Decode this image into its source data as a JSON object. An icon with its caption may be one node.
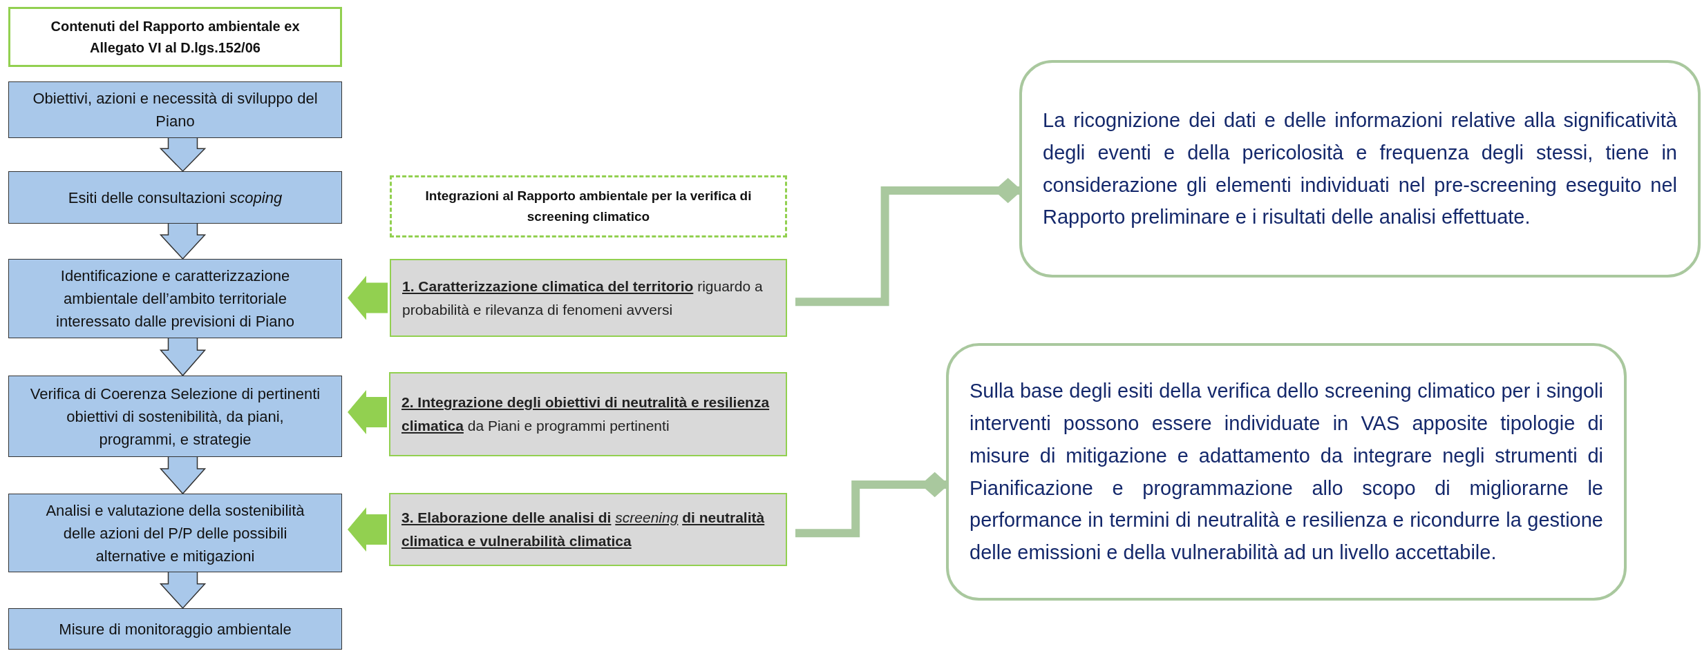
{
  "diagram": {
    "nodes": [
      {
        "text": [
          "Contenuti del Rapporto ambientale ex Allegato VI al D.lgs.152/06"
        ]
      },
      {
        "text": [
          "Obiettivi, azioni e necessità di sviluppo del Piano"
        ]
      },
      {
        "text": [
          "Esiti delle consultazioni *scoping*"
        ]
      },
      {
        "text": [
          "Identificazione e caratterizzazione ambientale dell’ambito territoriale interessato dalle previsioni di Piano"
        ]
      },
      {
        "text": [
          "Verifica di Coerenza Selezione di pertinenti obiettivi di sostenibilità, da piani, programmi, e strategie"
        ]
      },
      {
        "text": [
          "Analisi e valutazione della sostenibilità delle azioni del P/P delle possibili alternative e mitigazioni"
        ]
      },
      {
        "text": [
          "Misure di monitoraggio ambientale"
        ]
      },
      {
        "text": [
          "Integrazioni al Rapporto ambientale per la verifica di screening climatico"
        ]
      },
      {
        "text": [
          "**1. Caratterizzazione climatica del territorio** riguardo a probabilità e rilevanza di fenomeni avversi"
        ]
      },
      {
        "text": [
          "**2. Integrazione degli obiettivi di neutralità e resilienza climatica** da Piani e programmi pertinenti"
        ]
      },
      {
        "text": [
          "**3. Elaborazione delle analisi di** *screening* **di neutralità climatica e vulnerabilità climatica**"
        ]
      },
      {
        "text": [
          "La ricognizione dei dati e delle informazioni relative alla significatività degli eventi e della pericolosità e frequenza degli stessi, tiene in considerazione gli elementi individuati nel pre-screening eseguito nel Rapporto preliminare e i risultati delle analisi effettuate."
        ]
      },
      {
        "text": [
          "Sulla base degli esiti della verifica dello screening climatico per i singoli interventi possono essere individuate in VAS apposite tipologie di misure di mitigazione e adattamento da integrare negli strumenti di Pianificazione e programmazione allo scopo di migliorarne le performance in termini di neutralità e resilienza e ricondurre la gestione delle emissioni e della vulnerabilità ad un livello accettabile."
        ]
      }
    ],
    "edges": [
      {
        "from": 1,
        "to": 2,
        "arrow": "to"
      },
      {
        "from": 2,
        "to": 3,
        "arrow": "to"
      },
      {
        "from": 3,
        "to": 4,
        "arrow": "to"
      },
      {
        "from": 4,
        "to": 5,
        "arrow": "to"
      },
      {
        "from": 5,
        "to": 6,
        "arrow": "to"
      },
      {
        "from": 8,
        "to": 3,
        "arrow": "to",
        "color": "#92d050"
      },
      {
        "from": 9,
        "to": 4,
        "arrow": "to",
        "color": "#92d050"
      },
      {
        "from": 10,
        "to": 5,
        "arrow": "to",
        "color": "#92d050"
      },
      {
        "from": 8,
        "to": 11,
        "arrow": "other",
        "color": "#a9c89e"
      },
      {
        "from": 10,
        "to": 12,
        "arrow": "other",
        "color": "#a9c89e"
      }
    ]
  }
}
